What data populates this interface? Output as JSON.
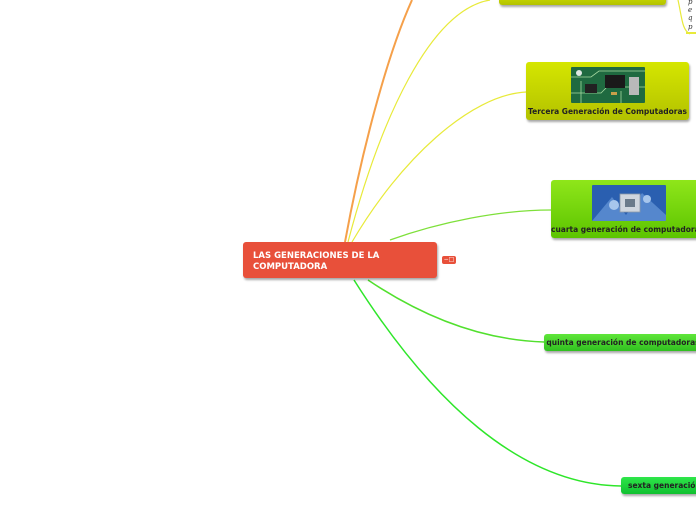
{
  "root": {
    "title": "LAS GENERACIONES DE LA COMPUTADORA",
    "collapse_icon": "collapse-icon"
  },
  "topics": [
    {
      "label": "Tercera Generación de Computadoras",
      "color": "#b3c200",
      "image": "circuit-board-image"
    },
    {
      "label": "cuarta generación de computadoras",
      "color": "#5cc400",
      "image": "microprocessor-chip-image"
    },
    {
      "label": "quinta generación de computadoras",
      "color": "#30c020"
    },
    {
      "label": "sexta generación",
      "color": "#10c030"
    }
  ],
  "partial_text_right": [
    "p",
    "e",
    "q",
    "p"
  ],
  "colors": {
    "root": "#e8503a",
    "line_orange": "#f5a04a",
    "line_yellow": "#e8ea3a",
    "line_green": "#7ee03a",
    "line_green_bright": "#2ee62a"
  }
}
